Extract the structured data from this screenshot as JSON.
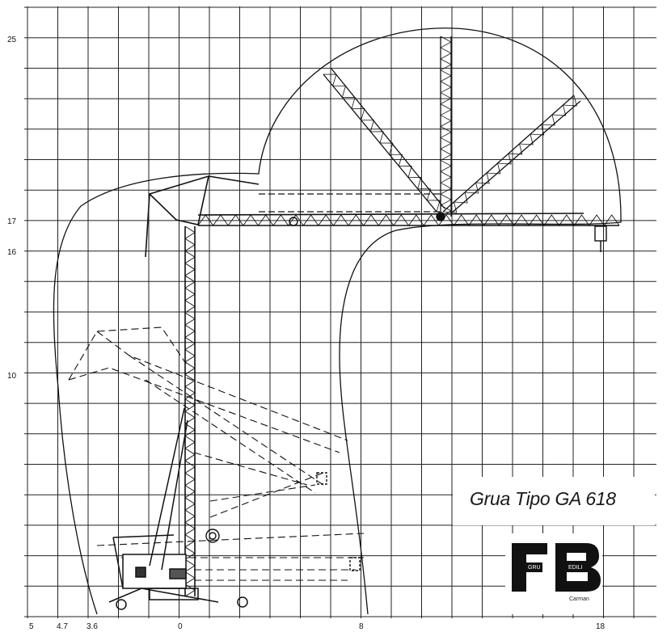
{
  "diagram": {
    "title": "Grua Tipo GA 618",
    "logo": {
      "text": "FB",
      "sub_left": "GRU",
      "sub_right": "EDILI",
      "caption": "Carman"
    },
    "y_axis_ticks": [
      "25",
      "17",
      "16",
      "10"
    ],
    "x_axis_ticks": [
      "5",
      "4.7",
      "3.6",
      "0",
      "8",
      "18"
    ]
  }
}
